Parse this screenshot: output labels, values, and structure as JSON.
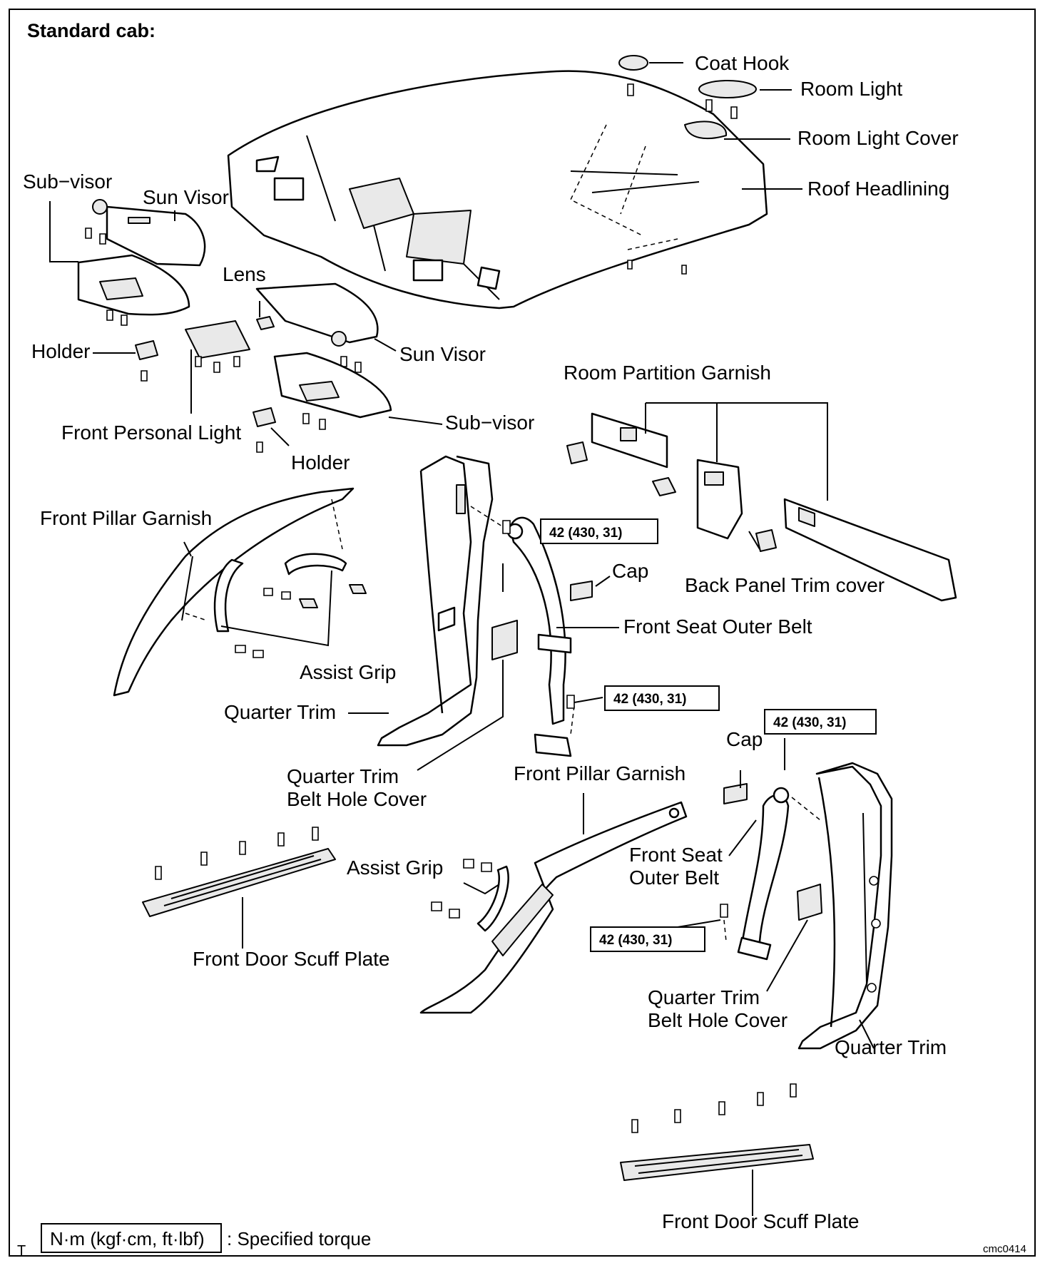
{
  "title": "Standard cab:",
  "labels": {
    "coat_hook": "Coat Hook",
    "room_light": "Room Light",
    "room_light_cover": "Room Light Cover",
    "roof_headlining": "Roof Headlining",
    "sub_visor_1": "Sub−visor",
    "sun_visor_1": "Sun Visor",
    "lens": "Lens",
    "holder_1": "Holder",
    "sun_visor_2": "Sun Visor",
    "room_partition_garnish": "Room Partition Garnish",
    "front_personal_light": "Front Personal Light",
    "sub_visor_2": "Sub−visor",
    "holder_2": "Holder",
    "front_pillar_garnish_1": "Front Pillar Garnish",
    "cap_1": "Cap",
    "back_panel_trim_cover": "Back Panel Trim cover",
    "front_seat_outer_belt_1": "Front Seat Outer Belt",
    "assist_grip_1": "Assist Grip",
    "quarter_trim_1": "Quarter Trim",
    "quarter_trim_belt_hole_cover_1_a": "Quarter Trim",
    "quarter_trim_belt_hole_cover_1_b": "Belt Hole Cover",
    "front_pillar_garnish_2": "Front Pillar Garnish",
    "cap_2": "Cap",
    "front_seat_outer_belt_2_a": "Front Seat",
    "front_seat_outer_belt_2_b": "Outer Belt",
    "assist_grip_2": "Assist Grip",
    "front_door_scuff_plate_1": "Front Door Scuff Plate",
    "quarter_trim_belt_hole_cover_2_a": "Quarter Trim",
    "quarter_trim_belt_hole_cover_2_b": "Belt Hole Cover",
    "quarter_trim_2": "Quarter Trim",
    "front_door_scuff_plate_2": "Front Door Scuff Plate"
  },
  "torque": {
    "value_1": "42 (430, 31)",
    "value_2": "42 (430, 31)",
    "value_3": "42 (430, 31)",
    "value_4": "42 (430, 31)"
  },
  "legend": {
    "unit_box": "N·m (kgf·cm, ft·lbf)",
    "description": ": Specified torque",
    "corner_mark": "T"
  },
  "figure_code": "cmc0414"
}
